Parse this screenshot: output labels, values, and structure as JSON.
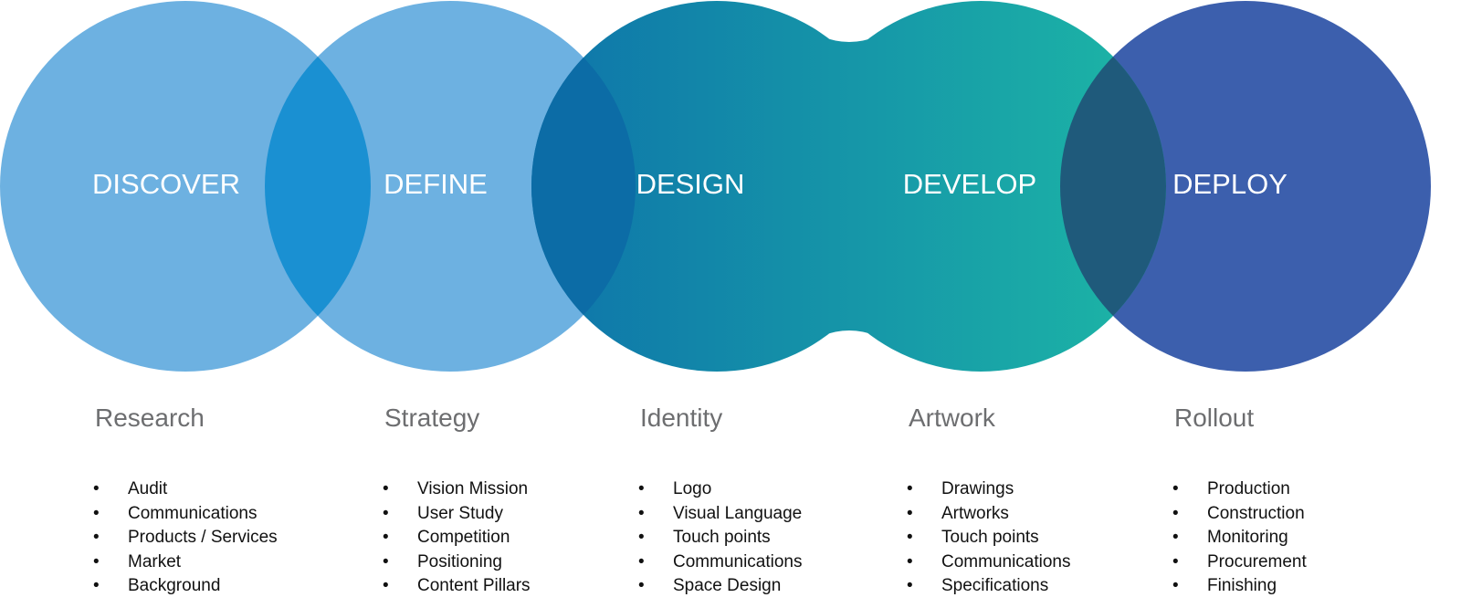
{
  "colors": {
    "discover": "#6db1e1",
    "define": "#6db1e1",
    "discover_define_overlap": "#1a90d2",
    "define_design_overlap": "#0c6ca6",
    "design_start": "#0e74aa",
    "develop_end": "#1db7a6",
    "develop_deploy_overlap": "#1f5a7b",
    "deploy": "#3c5fad"
  },
  "phases": [
    {
      "label": "DISCOVER",
      "heading": "Research",
      "items": [
        "Audit",
        "Communications",
        "Products / Services",
        "Market",
        "Background"
      ]
    },
    {
      "label": "DEFINE",
      "heading": "Strategy",
      "items": [
        "Vision Mission",
        "User Study",
        "Competition",
        "Positioning",
        "Content Pillars"
      ]
    },
    {
      "label": "DESIGN",
      "heading": "Identity",
      "items": [
        "Logo",
        "Visual Language",
        "Touch points",
        "Communications",
        "Space Design"
      ]
    },
    {
      "label": "DEVELOP",
      "heading": "Artwork",
      "items": [
        "Drawings",
        "Artworks",
        "Touch points",
        "Communications",
        "Specifications"
      ]
    },
    {
      "label": "DEPLOY",
      "heading": "Rollout",
      "items": [
        "Production",
        "Construction",
        "Monitoring",
        "Procurement",
        "Finishing"
      ]
    }
  ],
  "bullet": "•"
}
